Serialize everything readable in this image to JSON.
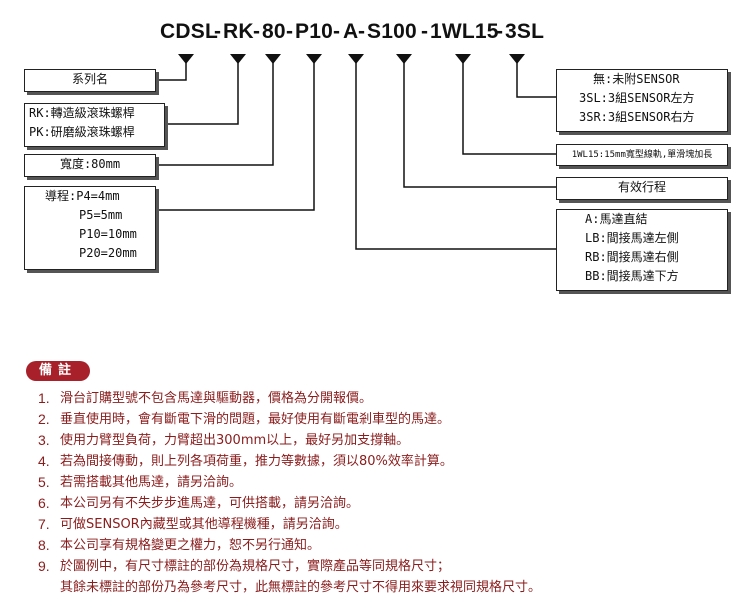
{
  "model_code": {
    "parts": [
      "CDSL",
      "-",
      "RK",
      "-",
      "80",
      "-",
      "P10",
      "-",
      "A",
      "-",
      "S100",
      "-",
      "1WL15",
      "-",
      "3SL"
    ]
  },
  "left_boxes": {
    "series": {
      "label": "系列名"
    },
    "screw": {
      "rows": [
        "RK:轉造級滾珠螺桿",
        "PK:研磨級滾珠螺桿"
      ]
    },
    "width": {
      "label": "寬度:80mm"
    },
    "lead": {
      "rows": [
        "導程:P4=4mm",
        "P5=5mm",
        "P10=10mm",
        "P20=20mm"
      ]
    }
  },
  "right_boxes": {
    "sensor": {
      "rows": [
        "無:未附SENSOR",
        "3SL:3組SENSOR左方",
        "3SR:3組SENSOR右方"
      ]
    },
    "rail": {
      "label": "1WL15:15mm寬型線軌,單滑塊加長"
    },
    "stroke": {
      "label": "有效行程"
    },
    "motor": {
      "rows": [
        "A:馬達直結",
        "LB:間接馬達左側",
        "RB:間接馬達右側",
        "BB:間接馬達下方"
      ]
    }
  },
  "remarks": {
    "badge": "備註",
    "items": [
      {
        "num": "1.",
        "text": "滑台訂購型號不包含馬達與驅動器，價格為分開報價。"
      },
      {
        "num": "2.",
        "text": "垂直使用時，會有斷電下滑的問題，最好使用有斷電剎車型的馬達。"
      },
      {
        "num": "3.",
        "text": "使用力臂型負荷，力臂超出300mm以上，最好另加支撐軸。"
      },
      {
        "num": "4.",
        "text": "若為間接傳動，則上列各項荷重，推力等數據，須以80%效率計算。"
      },
      {
        "num": "5.",
        "text": "若需搭載其他馬達，請另洽詢。"
      },
      {
        "num": "6.",
        "text": "本公司另有不失步步進馬達，可供搭載，請另洽詢。"
      },
      {
        "num": "7.",
        "text": "可做SENSOR內藏型或其他導程機種，請另洽詢。"
      },
      {
        "num": "8.",
        "text": "本公司享有規格變更之權力，恕不另行通知。"
      },
      {
        "num": "9.",
        "text": "於圖例中，有尺寸標註的部份為規格尺寸，實際產品等同規格尺寸；"
      }
    ],
    "item9_cont": "其餘未標註的部份乃為參考尺寸，此無標註的參考尺寸不得用來要求視同規格尺寸。"
  }
}
